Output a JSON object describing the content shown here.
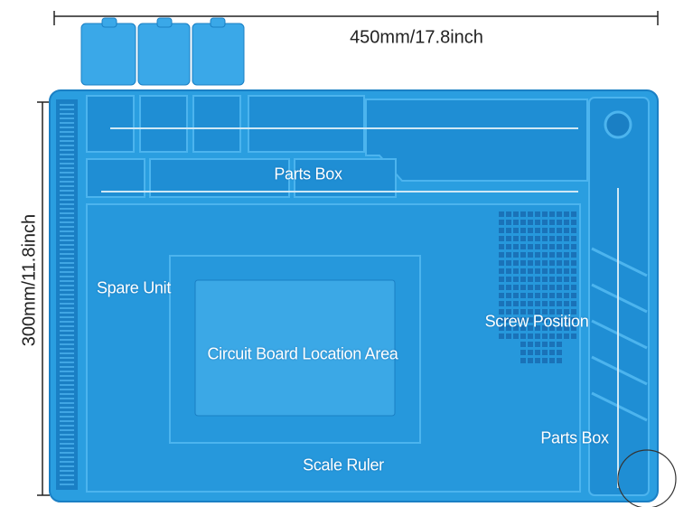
{
  "dimensions": {
    "width_label": "450mm/17.8inch",
    "height_label": "300mm/11.8inch"
  },
  "labels": {
    "parts_box_top": "Parts Box",
    "spare_unit": "Spare Unit",
    "circuit_board": "Circuit Board Location Area",
    "screw_position": "Screw Position",
    "parts_box_right": "Parts Box",
    "scale_ruler": "Scale Ruler"
  },
  "colors": {
    "mat": "#2a9ee0",
    "mat_dark": "#1a7fc4",
    "mat_light": "#4cb4ee"
  }
}
